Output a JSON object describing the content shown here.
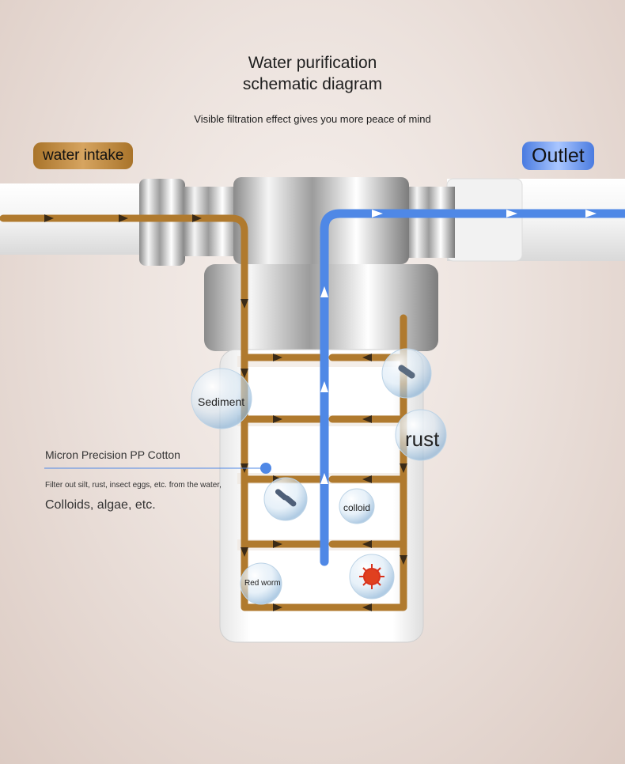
{
  "header": {
    "title": "Water purification schematic diagram",
    "subtitle": "Visible filtration effect gives you more peace of mind"
  },
  "tags": {
    "intake": "water intake",
    "outlet": "Outlet"
  },
  "contaminants": {
    "sediment": "Sediment",
    "rust": "rust",
    "colloid": "colloid",
    "red_worm": "Red worm"
  },
  "filter_info": {
    "title": "Micron Precision PP Cotton",
    "description": "Filter out silt, rust, insect eggs, etc. from the water,",
    "description_cont": "Colloids, algae, etc."
  },
  "colors": {
    "intake_flow": "#b07a2e",
    "clean_flow": "#4f88e6",
    "background": "#ece2dd"
  },
  "icons": [
    "arrow-right-icon",
    "arrow-left-icon",
    "arrow-up-icon",
    "arrow-down-icon",
    "bacteria-icon",
    "virus-icon",
    "bubble-icon"
  ]
}
